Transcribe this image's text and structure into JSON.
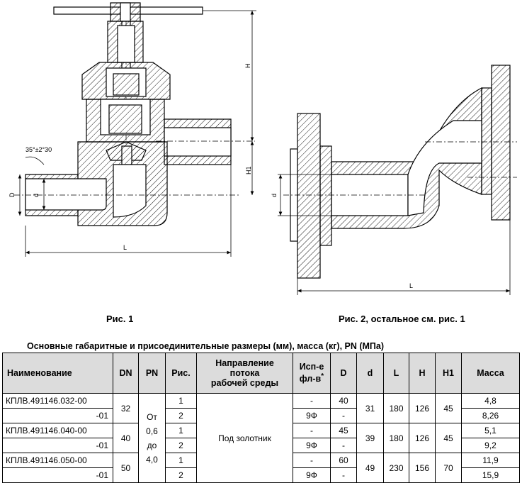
{
  "figures": {
    "fig1": {
      "caption": "Рис. 1",
      "dims": {
        "angle": "35°±2°30",
        "D": "D",
        "d": "d",
        "L": "L",
        "H": "H",
        "H1": "H1"
      }
    },
    "fig2": {
      "caption": "Рис. 2, остальное см. рис. 1",
      "dims": {
        "d": "d",
        "L": "L"
      }
    }
  },
  "table": {
    "title": "Основные габаритные и присоединительные размеры (мм), масса (кг), PN (МПа)",
    "headers": {
      "name": "Наименование",
      "dn": "DN",
      "pn": "PN",
      "fig": "Рис.",
      "flow1": "Направление",
      "flow2": "потока",
      "flow3": "рабочей среды",
      "flange1": "Исп-е",
      "flange2": "фл-в",
      "flange_mark": "*",
      "D": "D",
      "d": "d",
      "L": "L",
      "H": "H",
      "H1": "H1",
      "mass": "Масса"
    },
    "pn_text": [
      "От",
      "0,6",
      "до",
      "4,0"
    ],
    "flow_value": "Под золотник",
    "groups": [
      {
        "dn": "32",
        "d": "31",
        "L": "180",
        "H": "126",
        "H1": "45",
        "rows": [
          {
            "name": "КПЛВ.491146.032-00",
            "fig": "1",
            "flange": "-",
            "D": "40",
            "mass": "4,8"
          },
          {
            "name": "-01",
            "fig": "2",
            "flange": "9Ф",
            "D": "-",
            "mass": "8,26"
          }
        ]
      },
      {
        "dn": "40",
        "d": "39",
        "L": "180",
        "H": "126",
        "H1": "45",
        "rows": [
          {
            "name": "КПЛВ.491146.040-00",
            "fig": "1",
            "flange": "-",
            "D": "45",
            "mass": "5,1"
          },
          {
            "name": "-01",
            "fig": "2",
            "flange": "9Ф",
            "D": "-",
            "mass": "9,2"
          }
        ]
      },
      {
        "dn": "50",
        "d": "49",
        "L": "230",
        "H": "156",
        "H1": "70",
        "rows": [
          {
            "name": "КПЛВ.491146.050-00",
            "fig": "1",
            "flange": "-",
            "D": "60",
            "mass": "11,9"
          },
          {
            "name": "-01",
            "fig": "2",
            "flange": "9Ф",
            "D": "-",
            "mass": "15,9"
          }
        ]
      }
    ]
  }
}
